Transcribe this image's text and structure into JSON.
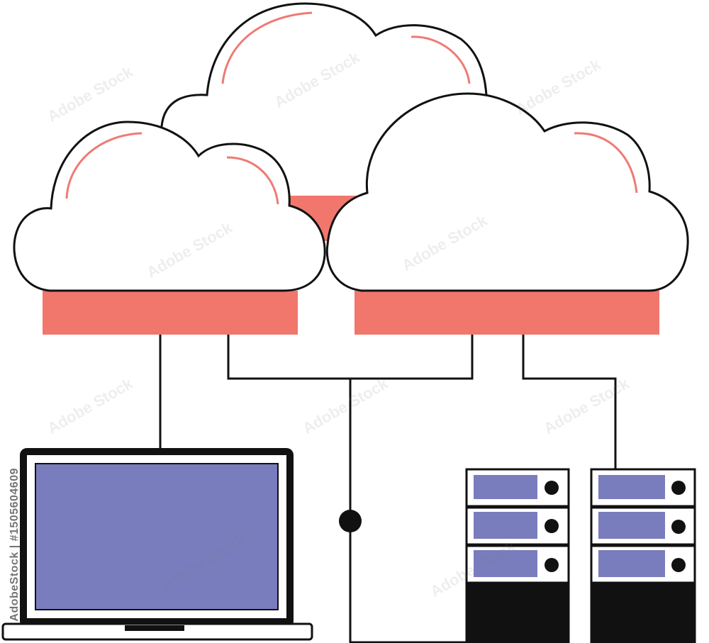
{
  "illustration": {
    "subject": "cloud-computing-network",
    "colors": {
      "outline": "#111111",
      "cloud_fill": "#ffffff",
      "cloud_highlight": "#ef7a74",
      "band": "#f1766c",
      "screen": "#797dbd",
      "background": "#ffffff"
    },
    "watermark": {
      "side_text": "AdobeStock | #1505604609",
      "pattern_text": "Adobe Stock"
    }
  }
}
